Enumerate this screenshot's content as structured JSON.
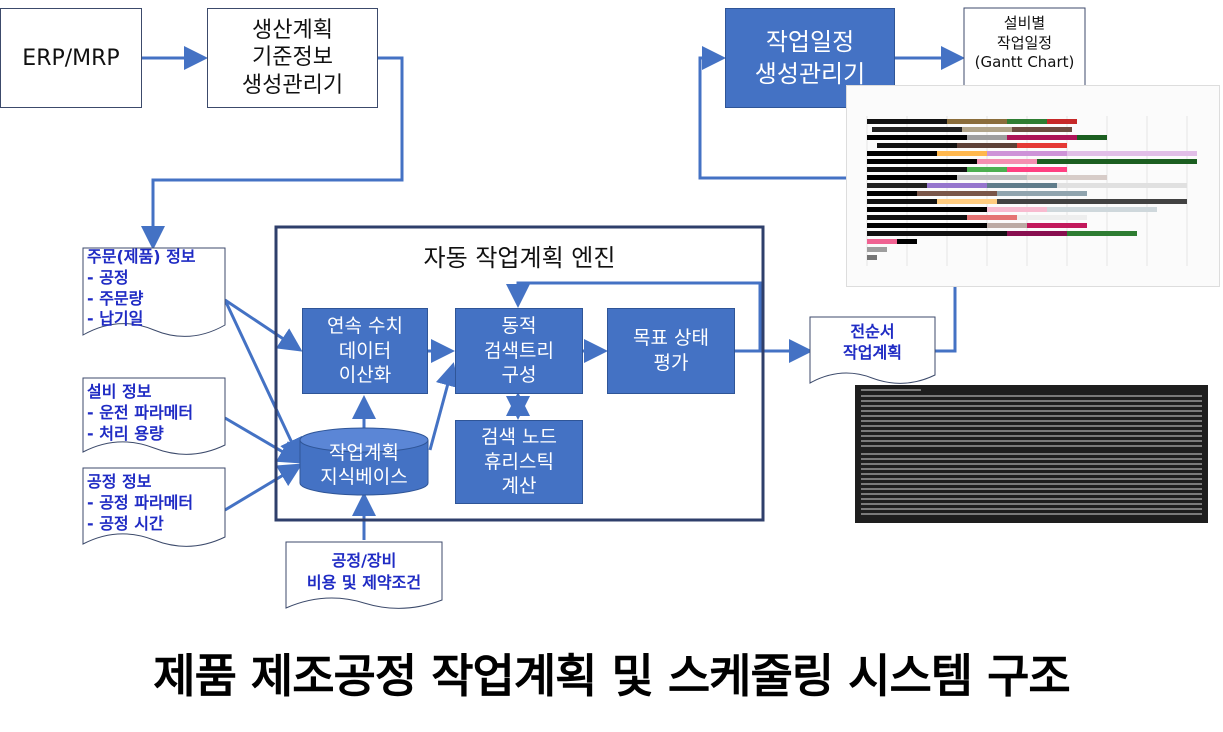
{
  "nodes": {
    "erp": "ERP/MRP",
    "plan_gen": "생산계획\n기준정보\n생성관리기",
    "schedule_gen": "작업일정\n생성관리기",
    "gantt_doc": "설비별\n작업일정\n(Gantt Chart)",
    "engine_title": "자동 작업계획 엔진",
    "discretize": "연속 수치\n데이터\n이산화",
    "search_tree": "동적\n검색트리\n구성",
    "evaluate": "목표 상태\n평가",
    "heuristic": "검색 노드\n휴리스틱\n계산",
    "knowledge_base": "작업계획\n지식베이스",
    "order_info": "주문(제품) 정보\n- 공정\n- 주문량\n- 납기일",
    "equipment_info": "설비 정보\n- 운전 파라메터\n- 처리 용량",
    "process_info": "공정 정보\n- 공정 파라메터\n- 공정 시간",
    "cost_constraints": "공정/장비\n비용 및 제약조건",
    "output_plan": "전순서\n작업계획"
  },
  "title": "제품 제조공정 작업계획 및 스케줄링 시스템 구조",
  "colors": {
    "box_blue": "#4472c4",
    "arrow": "#4472c4",
    "doc_text": "#1f2bc4",
    "engine_border": "#2f3f6b"
  }
}
